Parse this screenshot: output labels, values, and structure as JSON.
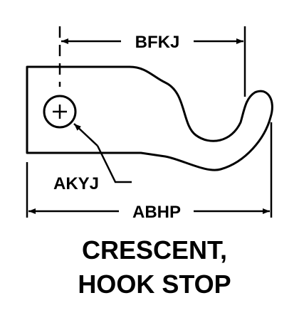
{
  "diagram": {
    "dimensions": {
      "top": "BFKJ",
      "bottom": "ABHP",
      "hole": "AKYJ"
    },
    "caption": {
      "line1": "CRESCENT,",
      "line2": "HOOK STOP"
    },
    "colors": {
      "ink": "#000000",
      "background": "#ffffff"
    }
  }
}
